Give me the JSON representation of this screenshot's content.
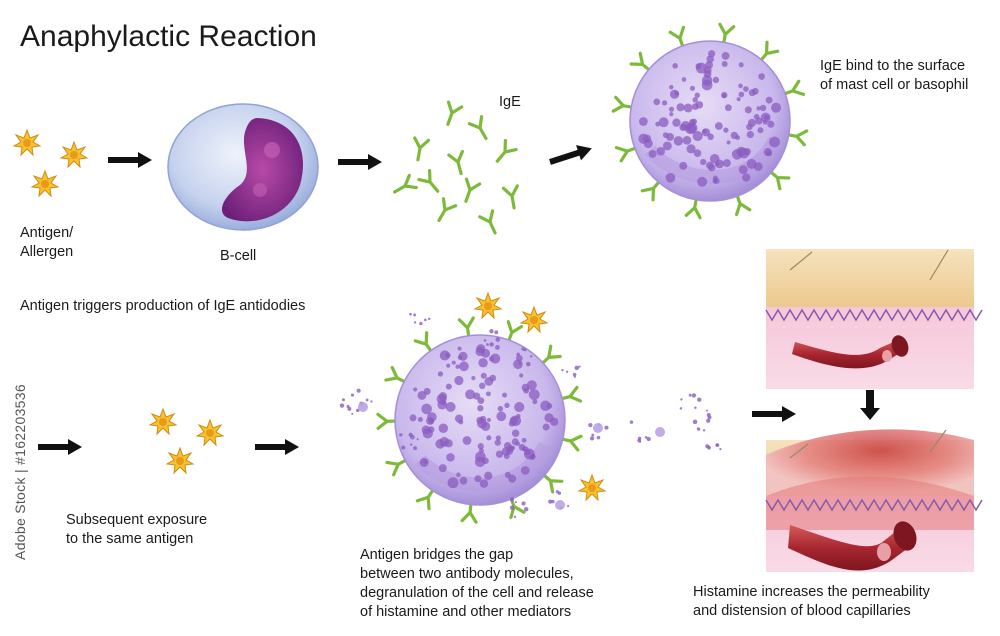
{
  "title": "Anaphylactic Reaction",
  "labels": {
    "antigen_allergen": "Antigen/\nAllergen",
    "b_cell": "B-cell",
    "ige": "IgE",
    "ige_bind": "IgE bind to the surface\nof mast cell or basophil",
    "step1_caption": "Antigen triggers production of IgE antidodies",
    "subsequent_exposure": "Subsequent exposure\nto the same antigen",
    "bridges_gap": "Antigen bridges the gap\nbetween two antibody molecules,\ndegranulation of the cell and release\nof histamine and other mediators",
    "histamine": "Histamine increases the permeability\nand distension of blood capillaries"
  },
  "stock_credit": "Adobe Stock | #162203536",
  "colors": {
    "antigen": "#f2b020",
    "ige": "#7dba3a",
    "mast_cell": "#c9b8ec",
    "granule": "#8b5cc0",
    "b_cell_nucleus": "#8a2a8a",
    "skin": "#f1d9ad",
    "dermis": "#f4c6d8",
    "vessel": "#b8323a",
    "arrow": "#111111"
  }
}
